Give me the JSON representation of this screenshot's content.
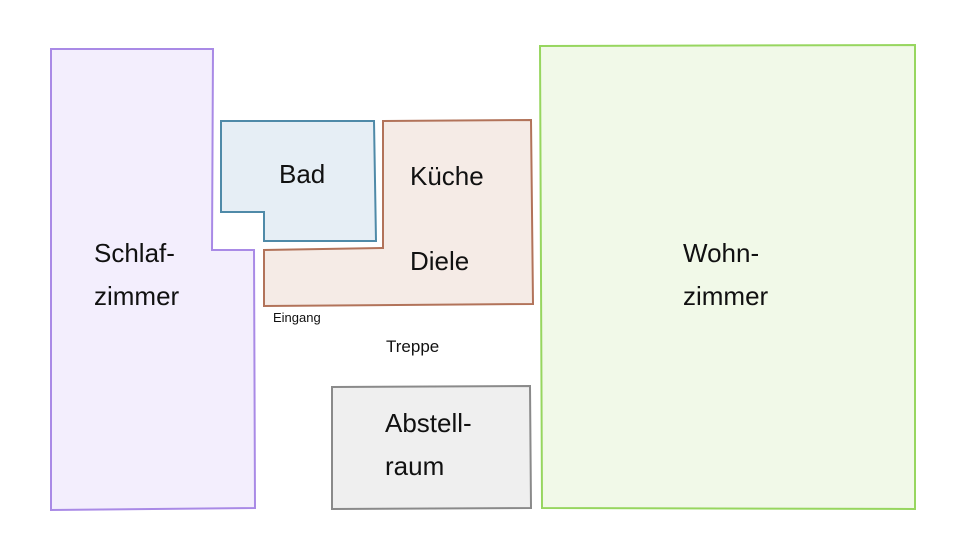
{
  "floorplan": {
    "rooms": [
      {
        "id": "schlafzimmer",
        "lines": [
          "Schlaf-",
          "zimmer"
        ],
        "fill": "#f3eefd",
        "stroke": "#a98ae6"
      },
      {
        "id": "bad",
        "lines": [
          "Bad"
        ],
        "fill": "#e6eef5",
        "stroke": "#4f8aa8"
      },
      {
        "id": "kueche",
        "lines": [
          "Küche"
        ],
        "fill": "#f5ebe6",
        "stroke": "#b2735a"
      },
      {
        "id": "diele",
        "lines": [
          "Diele"
        ],
        "fill": "#f5ebe6",
        "stroke": "#b2735a"
      },
      {
        "id": "wohnzimmer",
        "lines": [
          "Wohn-",
          "zimmer"
        ],
        "fill": "#f1f9e8",
        "stroke": "#97d65f"
      },
      {
        "id": "abstellraum",
        "lines": [
          "Abstell-",
          "raum"
        ],
        "fill": "#efefef",
        "stroke": "#8a8a8a"
      }
    ],
    "annotations": {
      "eingang": "Eingang",
      "treppe": "Treppe"
    }
  }
}
